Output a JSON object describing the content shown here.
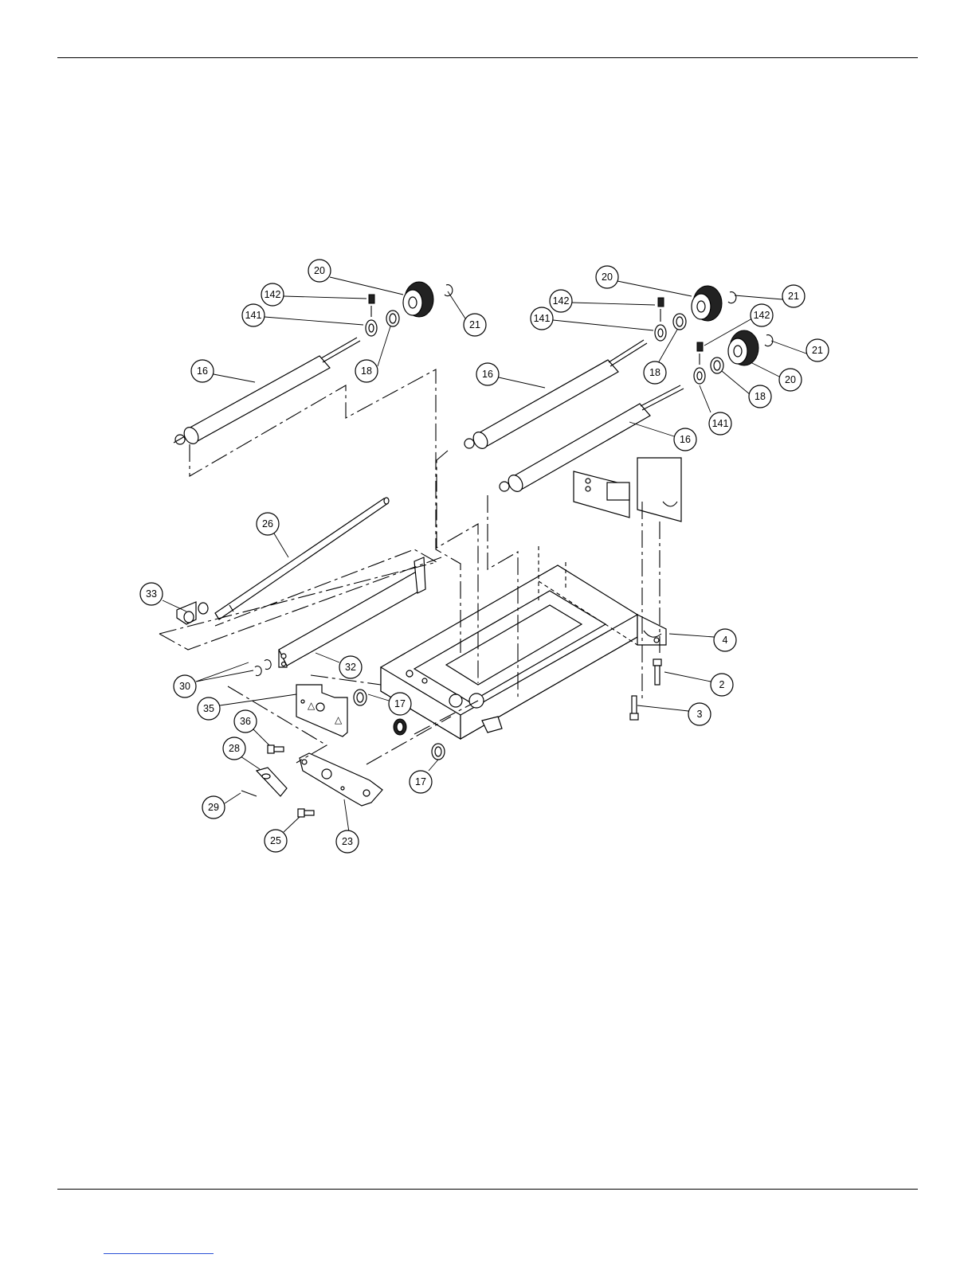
{
  "callouts": [
    {
      "id": "c-20-left",
      "label": "20"
    },
    {
      "id": "c-142-left",
      "label": "142"
    },
    {
      "id": "c-141-left",
      "label": "141"
    },
    {
      "id": "c-21-left",
      "label": "21"
    },
    {
      "id": "c-18-left",
      "label": "18"
    },
    {
      "id": "c-16-left",
      "label": "16"
    },
    {
      "id": "c-20-right-top",
      "label": "20"
    },
    {
      "id": "c-142-right-top",
      "label": "142"
    },
    {
      "id": "c-141-right-top",
      "label": "141"
    },
    {
      "id": "c-21-right-top",
      "label": "21"
    },
    {
      "id": "c-142-right-low",
      "label": "142"
    },
    {
      "id": "c-21-right-low",
      "label": "21"
    },
    {
      "id": "c-16-right-top",
      "label": "16"
    },
    {
      "id": "c-18-right-top",
      "label": "18"
    },
    {
      "id": "c-20-right-low",
      "label": "20"
    },
    {
      "id": "c-18-right-low",
      "label": "18"
    },
    {
      "id": "c-141-right-low",
      "label": "141"
    },
    {
      "id": "c-16-right-low",
      "label": "16"
    },
    {
      "id": "c-26",
      "label": "26"
    },
    {
      "id": "c-33",
      "label": "33"
    },
    {
      "id": "c-4",
      "label": "4"
    },
    {
      "id": "c-32",
      "label": "32"
    },
    {
      "id": "c-30",
      "label": "30"
    },
    {
      "id": "c-2",
      "label": "2"
    },
    {
      "id": "c-35",
      "label": "35"
    },
    {
      "id": "c-17-upper",
      "label": "17"
    },
    {
      "id": "c-3",
      "label": "3"
    },
    {
      "id": "c-36",
      "label": "36"
    },
    {
      "id": "c-28",
      "label": "28"
    },
    {
      "id": "c-17-lower",
      "label": "17"
    },
    {
      "id": "c-29",
      "label": "29"
    },
    {
      "id": "c-25",
      "label": "25"
    },
    {
      "id": "c-23",
      "label": "23"
    }
  ]
}
